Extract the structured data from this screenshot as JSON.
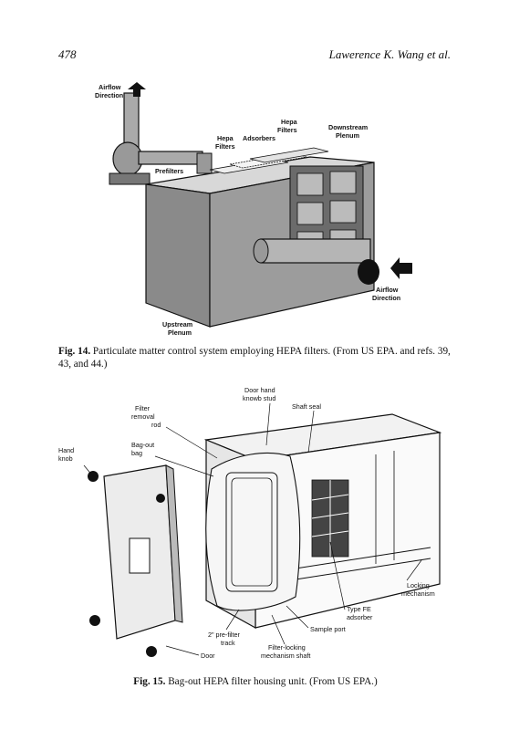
{
  "header": {
    "page_number": "478",
    "running_head": "Lawerence K. Wang et al."
  },
  "figure14": {
    "labels": {
      "airflow_top_1": "Airflow",
      "airflow_top_2": "Direction",
      "hepa_filters_1": "Hepa",
      "hepa_filters_2": "Filters",
      "downstream_1": "Downstream",
      "downstream_2": "Plenum",
      "hepa_left_1": "Hepa",
      "hepa_left_2": "Filters",
      "adsorbers": "Adsorbers",
      "prefilters": "Prefilters",
      "airflow_right_1": "Airflow",
      "airflow_right_2": "Direction",
      "upstream_1": "Upstream",
      "upstream_2": "Plenum"
    },
    "caption_label": "Fig. 14.",
    "caption_text": "Particulate matter control system employing HEPA filters. (From US EPA. and refs. 39, 43, and 44.)"
  },
  "figure15": {
    "labels": {
      "door_hand_1": "Door hand",
      "door_hand_2": "knowb stud",
      "filter_removal_1": "Filter",
      "filter_removal_2": "removal",
      "filter_removal_3": "rod",
      "shaft_seal": "Shaft seal",
      "hand_knob_1": "Hand",
      "hand_knob_2": "knob",
      "bag_out_1": "Bag-out",
      "bag_out_2": "bag",
      "locking_1": "Locking",
      "locking_2": "mechanism",
      "type_fe_1": "Type FE",
      "type_fe_2": "adsorber",
      "sample_port": "Sample port",
      "prefilter_1": "2\" pre-filter",
      "prefilter_2": "track",
      "filter_locking_1": "Filter-locking",
      "filter_locking_2": "mechanism shaft",
      "door": "Door"
    },
    "caption_label": "Fig. 15.",
    "caption_text": "Bag-out HEPA filter housing unit. (From US EPA.)"
  }
}
